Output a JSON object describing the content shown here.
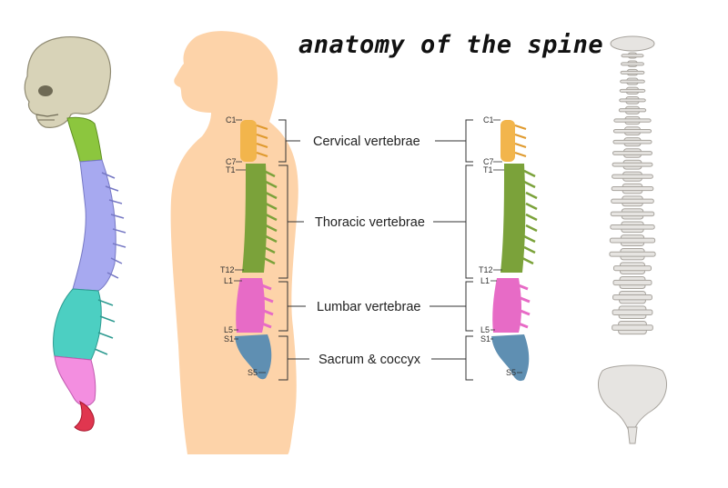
{
  "title": "anatomy of the spine",
  "regions": [
    {
      "name": "Cervical vertebrae",
      "top": "C1",
      "bottom": "C7",
      "color": "#f2b54c"
    },
    {
      "name": "Thoracic vertebrae",
      "top": "T1",
      "bottom": "T12",
      "color": "#7ba23a"
    },
    {
      "name": "Lumbar vertebrae",
      "top": "L1",
      "bottom": "L5",
      "color": "#e76bc6"
    },
    {
      "name": "Sacrum & coccyx",
      "top": "S1",
      "bottom": "S5",
      "color": "#5f8fb2"
    }
  ],
  "colors": {
    "body_silhouette": "#fdd3a9",
    "skull": "#d8d3b8",
    "bone": "#e6e4e1",
    "model_cervical": "#8cc63e",
    "model_thoracic": "#a7a9f0",
    "model_lumbar": "#4ccfc2",
    "model_sacrum": "#f38ee0",
    "model_coccyx": "#e0364f"
  }
}
